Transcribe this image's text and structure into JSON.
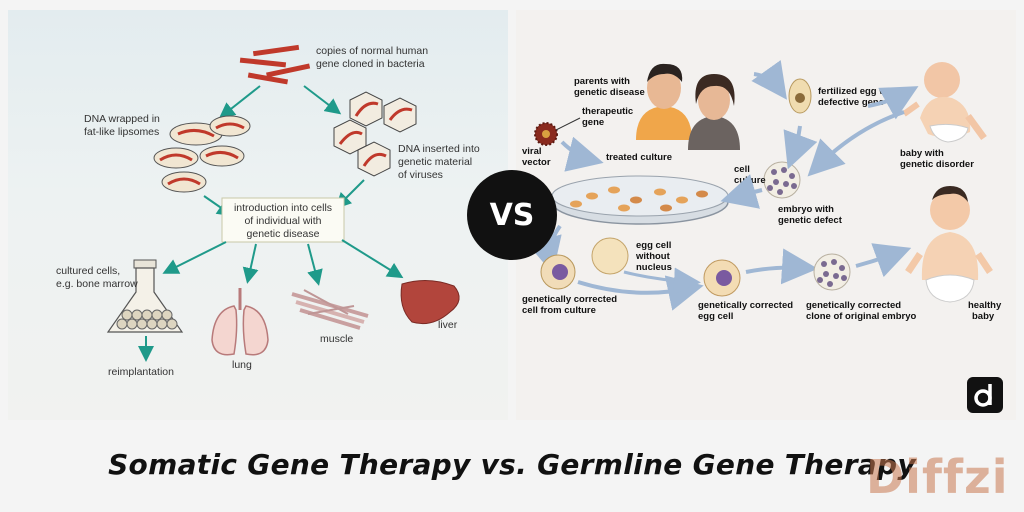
{
  "left_panel": {
    "label_copies": [
      "copies of normal human",
      "gene cloned in bacteria"
    ],
    "label_dna_wrapped": [
      "DNA wrapped in",
      "fat-like lipsomes"
    ],
    "label_dna_inserted": [
      "DNA inserted into",
      "genetic material",
      "of viruses"
    ],
    "label_intro": [
      "introduction into cells",
      "of individual with",
      "genetic disease"
    ],
    "label_cultured": [
      "cultured cells,",
      "e.g. bone marrow"
    ],
    "label_reimplantation": "reimplantation",
    "label_lung": "lung",
    "label_muscle": "muscle",
    "label_liver": "liver"
  },
  "right_panel": {
    "label_parents": [
      "parents with",
      "genetic disease"
    ],
    "label_fertilized": [
      "fertilized egg with",
      "defective gene"
    ],
    "label_therapeutic": [
      "therapeutic",
      "gene"
    ],
    "label_viral": [
      "viral",
      "vector"
    ],
    "label_treated": "treated culture",
    "label_cell_culture": [
      "cell",
      "culture"
    ],
    "label_baby_disorder": [
      "baby with",
      "genetic disorder"
    ],
    "label_embryo": [
      "embryo with",
      "genetic defect"
    ],
    "label_egg_no_nucleus": [
      "egg cell",
      "without",
      "nucleus"
    ],
    "label_corrected_cell": [
      "genetically corrected",
      "cell from culture"
    ],
    "label_corrected_egg": [
      "genetically corrected",
      "egg cell"
    ],
    "label_corrected_clone": [
      "genetically corrected",
      "clone of original embryo"
    ],
    "label_healthy": [
      "healthy",
      "baby"
    ]
  },
  "vs_label": "VS",
  "caption": "Somatic Gene Therapy vs. Germline Gene Therapy",
  "brand": "Diffzi",
  "logo_letter": "d",
  "colors": {
    "arrow_teal": "#1f9a8a",
    "arrow_blue": "#9fb7d4",
    "liposome": "#c0392b",
    "text": "#333333"
  }
}
